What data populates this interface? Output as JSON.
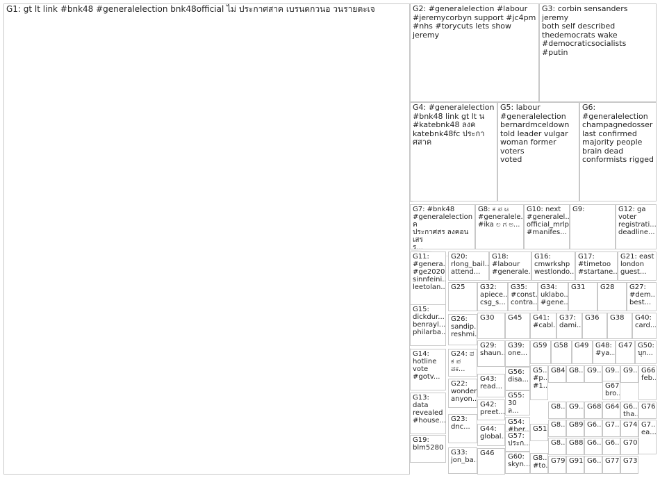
{
  "groups": [
    {
      "id": "G1",
      "label": "G1: gt lt link #bnk48 #generalelection bnk48official ไม่ ประกาศสาค เบรนดกวนอ วนรายตะเจ"
    },
    {
      "id": "G2",
      "label": "G2: #generalelection #labour\n#jeremycorbyn support #jc4pm\n#nhs #torycuts lets show jeremy"
    },
    {
      "id": "G3",
      "label": "G3: corbin sensanders jeremy\nboth self described\nthedemocrats wake\n#democraticsocialists #putin"
    },
    {
      "id": "G4",
      "label": "G4: #generalelection\n#bnk48 link gt lt น\n#katebnk48 ลงค\nkatebnk48fc ประกาศสาค"
    },
    {
      "id": "G5",
      "label": "G5: labour\n#generalelection\nbernardmceldown\ntold leader vulgar\nwoman former voters\nvoted"
    },
    {
      "id": "G6",
      "label": "G6:\n#generalelection\nchampagnedosser\nlast confirmed\nmajority people\nbrain dead\nconformists rigged"
    },
    {
      "id": "G7",
      "label": "G7: #bnk48\n#generalelection ค\nประกาศสร ลงคอนเสร\nร..."
    },
    {
      "id": "G8",
      "label": "G8: ಕ ಪ ಟ\n#generalele...\n#ika ಲ ಗ ಅ..."
    },
    {
      "id": "G10",
      "label": "G10: next\n#generalel...\nofficial_mrlp\n#manifes..."
    },
    {
      "id": "G9",
      "label": "G9:"
    },
    {
      "id": "G12",
      "label": "G12: ga\nvoter\nregistrati...\ndeadline..."
    },
    {
      "id": "G11",
      "label": "G11:\n#genera...\n#ge2020\nsinnfeini...\nleetolan..."
    },
    {
      "id": "G20",
      "label": "G20:\nrlong_bail...\nattend..."
    },
    {
      "id": "G18",
      "label": "G18:\n#labour\n#generale..."
    },
    {
      "id": "G16",
      "label": "G16:\ncmwrkshp\nwestlondo..."
    },
    {
      "id": "G17",
      "label": "G17:\n#timetoo\n#startane..."
    },
    {
      "id": "G21",
      "label": "G21: east\nlondon\nguest..."
    },
    {
      "id": "G25",
      "label": "G25"
    },
    {
      "id": "G32",
      "label": "G32:\napiece...\ncsg_s..."
    },
    {
      "id": "G35",
      "label": "G35:\n#const...\ncontra..."
    },
    {
      "id": "G34",
      "label": "G34:\nuklabo...\n#gene..."
    },
    {
      "id": "G31",
      "label": "G31"
    },
    {
      "id": "G28",
      "label": "G28"
    },
    {
      "id": "G27",
      "label": "G27:\n#dem...\nbest..."
    },
    {
      "id": "G15",
      "label": "G15:\ndickdur...\nbenrayl...\nphilarba..."
    },
    {
      "id": "G26",
      "label": "G26:\nsandip...\nreshmi..."
    },
    {
      "id": "G30",
      "label": "G30"
    },
    {
      "id": "G45",
      "label": "G45"
    },
    {
      "id": "G41",
      "label": "G41:\n#cabl..."
    },
    {
      "id": "G37",
      "label": "G37:\ndami..."
    },
    {
      "id": "G36",
      "label": "G36"
    },
    {
      "id": "G38",
      "label": "G38"
    },
    {
      "id": "G40",
      "label": "G40:\ncard..."
    },
    {
      "id": "G14",
      "label": "G14:\nhotline\nvote\n#gotv..."
    },
    {
      "id": "G24",
      "label": "G24: ಪ\nಕ ಪ\nಪಕ..."
    },
    {
      "id": "G29",
      "label": "G29:\nshaun..."
    },
    {
      "id": "G39",
      "label": "G39:\none..."
    },
    {
      "id": "G59",
      "label": "G59"
    },
    {
      "id": "G58",
      "label": "G58"
    },
    {
      "id": "G49",
      "label": "G49"
    },
    {
      "id": "G48",
      "label": "G48:\n#ya..."
    },
    {
      "id": "G47",
      "label": "G47"
    },
    {
      "id": "G50",
      "label": "G50:\nบุก..."
    },
    {
      "id": "G22",
      "label": "G22:\nwonder\nanyon..."
    },
    {
      "id": "G43",
      "label": "G43:\nread..."
    },
    {
      "id": "G56",
      "label": "G56:\ndisa..."
    },
    {
      "id": "G5x",
      "label": "G5...\n#p...\n#1..."
    },
    {
      "id": "G84",
      "label": "G84"
    },
    {
      "id": "G8a",
      "label": "G8..."
    },
    {
      "id": "G9a",
      "label": "G9..."
    },
    {
      "id": "G9b",
      "label": "G9..."
    },
    {
      "id": "G9c",
      "label": "G9..."
    },
    {
      "id": "G13",
      "label": "G13:\ndata\nrevealed\n#house..."
    },
    {
      "id": "G55",
      "label": "G55:\n30 ล...\n#g..."
    },
    {
      "id": "G42",
      "label": "G42:\npreet..."
    },
    {
      "id": "G54",
      "label": "G54:\n#ber..."
    },
    {
      "id": "G8b",
      "label": "G8..."
    },
    {
      "id": "G9d",
      "label": "G9..."
    },
    {
      "id": "G68",
      "label": "G68"
    },
    {
      "id": "G64",
      "label": "G64"
    },
    {
      "id": "G6a",
      "label": "G6...\ntha..."
    },
    {
      "id": "G76",
      "label": "G76"
    },
    {
      "id": "G23",
      "label": "G23:\ndnc..."
    },
    {
      "id": "G44",
      "label": "G44:\nglobal..."
    },
    {
      "id": "G51",
      "label": "G51"
    },
    {
      "id": "G8c",
      "label": "G8..."
    },
    {
      "id": "G89",
      "label": "G89"
    },
    {
      "id": "G6b",
      "label": "G6..."
    },
    {
      "id": "G7a",
      "label": "G7..."
    },
    {
      "id": "G74",
      "label": "G74"
    },
    {
      "id": "G57",
      "label": "G57:\nประก..."
    },
    {
      "id": "G8d",
      "label": "G8..."
    },
    {
      "id": "G88",
      "label": "G88"
    },
    {
      "id": "G6c",
      "label": "G6..."
    },
    {
      "id": "G6d",
      "label": "G6..."
    },
    {
      "id": "G70",
      "label": "G70"
    },
    {
      "id": "G19",
      "label": "G19:\nblm5280"
    },
    {
      "id": "G33",
      "label": "G33:\njon_ba..."
    },
    {
      "id": "G46",
      "label": "G46"
    },
    {
      "id": "G60",
      "label": "G60:\nskyn..."
    },
    {
      "id": "G8e",
      "label": "G8...\n#to..."
    },
    {
      "id": "G79",
      "label": "G79"
    },
    {
      "id": "G91",
      "label": "G91"
    },
    {
      "id": "G6e",
      "label": "G6..."
    },
    {
      "id": "G77",
      "label": "G77"
    },
    {
      "id": "G73",
      "label": "G73"
    }
  ],
  "extra_labels": {
    "G27_sub": "#dem...",
    "G66": "G66\nfeb...",
    "G67": "G67:\nbro...",
    "G7b": "G7...\nea..."
  },
  "colors": {
    "edge": "#9a9a9a",
    "node_fill": "#4a5a8c",
    "node_stroke": "#111111",
    "hub": "#c9b6e6",
    "g2_node": "#2a72c4",
    "g3_node": "#2c8a3a",
    "g4_node": "#3a9a2a",
    "g5_node": "#c02222",
    "g6_node": "#e08a10",
    "g2_arc": "#dd2222"
  }
}
